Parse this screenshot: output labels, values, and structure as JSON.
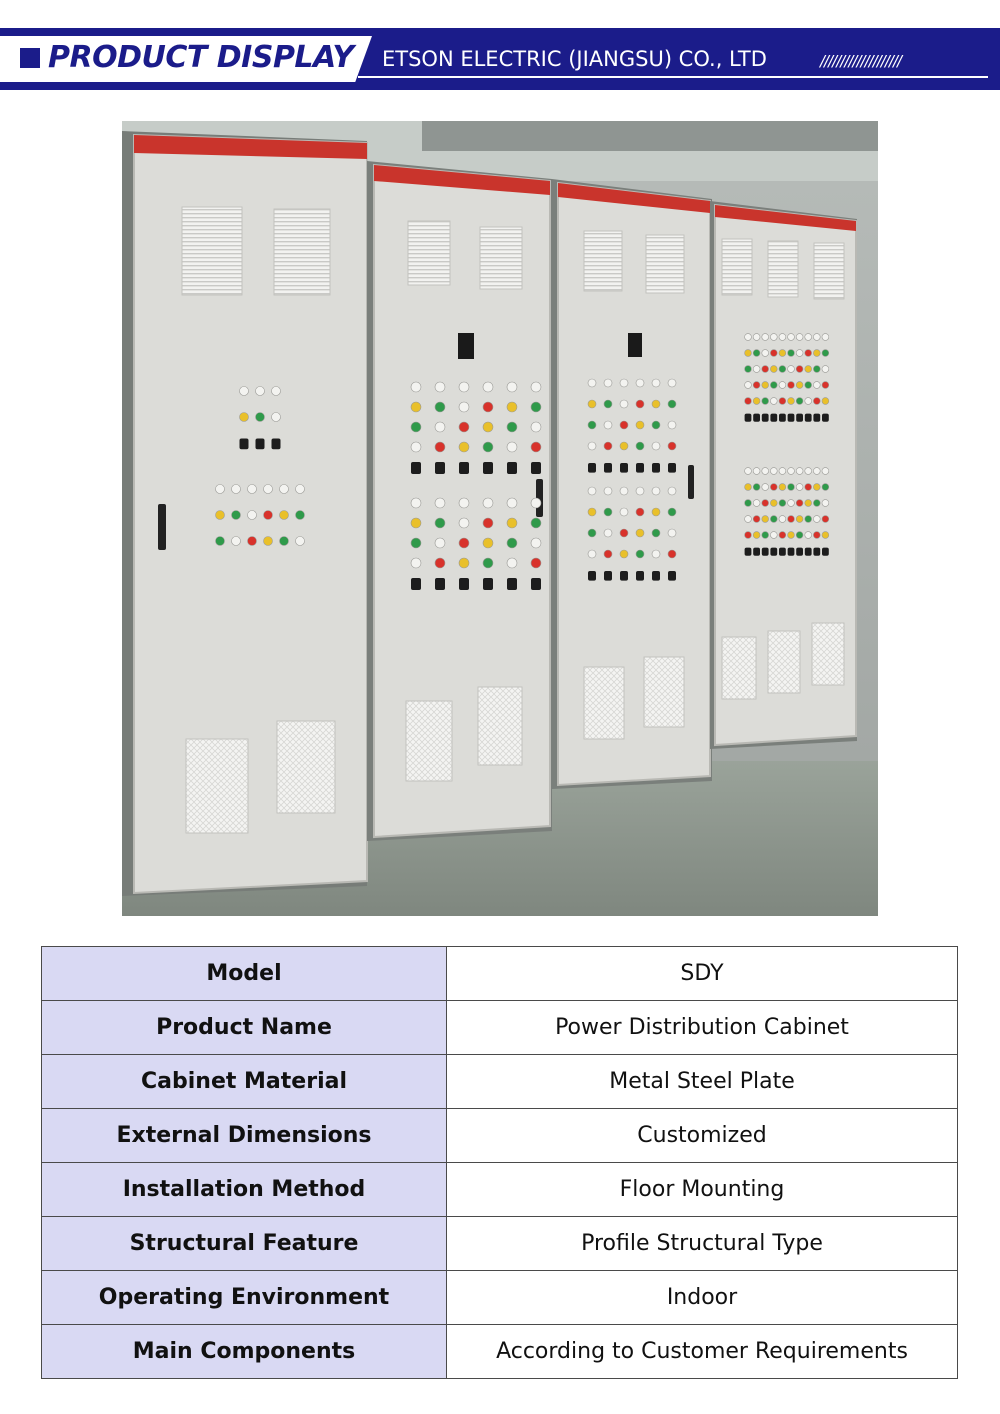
{
  "header": {
    "title": "PRODUCT DISPLAY",
    "company": "ETSON ELECTRIC (JIANGSU) CO., LTD",
    "decoration": "////////////////////"
  },
  "colors": {
    "brand": "#1b1c8a",
    "table_key_bg": "#d9d9f3",
    "cabinet": "#dcdcd8",
    "cabinet_trim": "#c9342c"
  },
  "photo": {
    "subject": "power-distribution-cabinet-photo"
  },
  "specs": [
    {
      "key": "Model",
      "value": "SDY"
    },
    {
      "key": "Product Name",
      "value": "Power Distribution Cabinet"
    },
    {
      "key": "Cabinet Material",
      "value": "Metal Steel Plate"
    },
    {
      "key": "External Dimensions",
      "value": "Customized"
    },
    {
      "key": "Installation Method",
      "value": "Floor Mounting"
    },
    {
      "key": "Structural Feature",
      "value": "Profile Structural Type"
    },
    {
      "key": "Operating Environment",
      "value": "Indoor"
    },
    {
      "key": "Main Components",
      "value": "According to Customer Requirements"
    }
  ]
}
